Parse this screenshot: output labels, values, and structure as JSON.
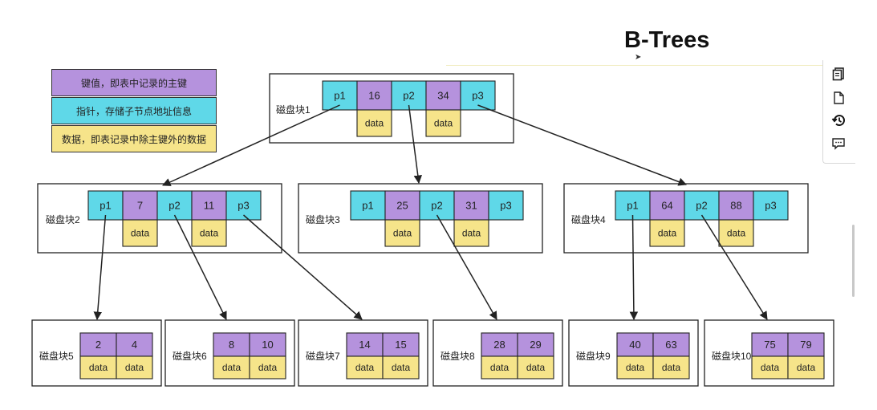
{
  "title": "B-Trees",
  "legend": [
    {
      "label": "键值，即表中记录的主键",
      "color": "#b592dd"
    },
    {
      "label": "指针，存储子节点地址信息",
      "color": "#5fd8e8"
    },
    {
      "label": "数据，即表记录中除主键外的数据",
      "color": "#f6e48a"
    }
  ],
  "colors": {
    "key": "#b592dd",
    "pointer": "#5fd8e8",
    "data": "#f6e48a",
    "border": "#222222"
  },
  "data_label": "data",
  "pointer_labels": [
    "p1",
    "p2",
    "p3"
  ],
  "blocks": [
    {
      "id": 1,
      "label": "磁盘块1",
      "level": "root",
      "keys": [
        "16",
        "34"
      ]
    },
    {
      "id": 2,
      "label": "磁盘块2",
      "level": "internal",
      "keys": [
        "7",
        "11"
      ]
    },
    {
      "id": 3,
      "label": "磁盘块3",
      "level": "internal",
      "keys": [
        "25",
        "31"
      ]
    },
    {
      "id": 4,
      "label": "磁盘块4",
      "level": "internal",
      "keys": [
        "64",
        "88"
      ]
    },
    {
      "id": 5,
      "label": "磁盘块5",
      "level": "leaf",
      "keys": [
        "2",
        "4"
      ]
    },
    {
      "id": 6,
      "label": "磁盘块6",
      "level": "leaf",
      "keys": [
        "8",
        "10"
      ]
    },
    {
      "id": 7,
      "label": "磁盘块7",
      "level": "leaf",
      "keys": [
        "14",
        "15"
      ]
    },
    {
      "id": 8,
      "label": "磁盘块8",
      "level": "leaf",
      "keys": [
        "28",
        "29"
      ]
    },
    {
      "id": 9,
      "label": "磁盘块9",
      "level": "leaf",
      "keys": [
        "40",
        "63"
      ]
    },
    {
      "id": 10,
      "label": "磁盘块10",
      "level": "leaf",
      "keys": [
        "75",
        "79"
      ]
    }
  ],
  "edges": [
    {
      "from": 1,
      "pointer": "p1",
      "to": 2
    },
    {
      "from": 1,
      "pointer": "p2",
      "to": 3
    },
    {
      "from": 1,
      "pointer": "p3",
      "to": 4
    },
    {
      "from": 2,
      "pointer": "p1",
      "to": 5
    },
    {
      "from": 2,
      "pointer": "p2",
      "to": 6
    },
    {
      "from": 2,
      "pointer": "p3",
      "to": 7
    },
    {
      "from": 3,
      "pointer": "p2",
      "to": 8
    },
    {
      "from": 4,
      "pointer": "p1",
      "to": 9
    },
    {
      "from": 4,
      "pointer": "p2",
      "to": 10
    }
  ],
  "toolbar": [
    {
      "icon": "copy-pages-icon"
    },
    {
      "icon": "document-icon"
    },
    {
      "icon": "history-icon"
    },
    {
      "icon": "comment-icon"
    }
  ]
}
